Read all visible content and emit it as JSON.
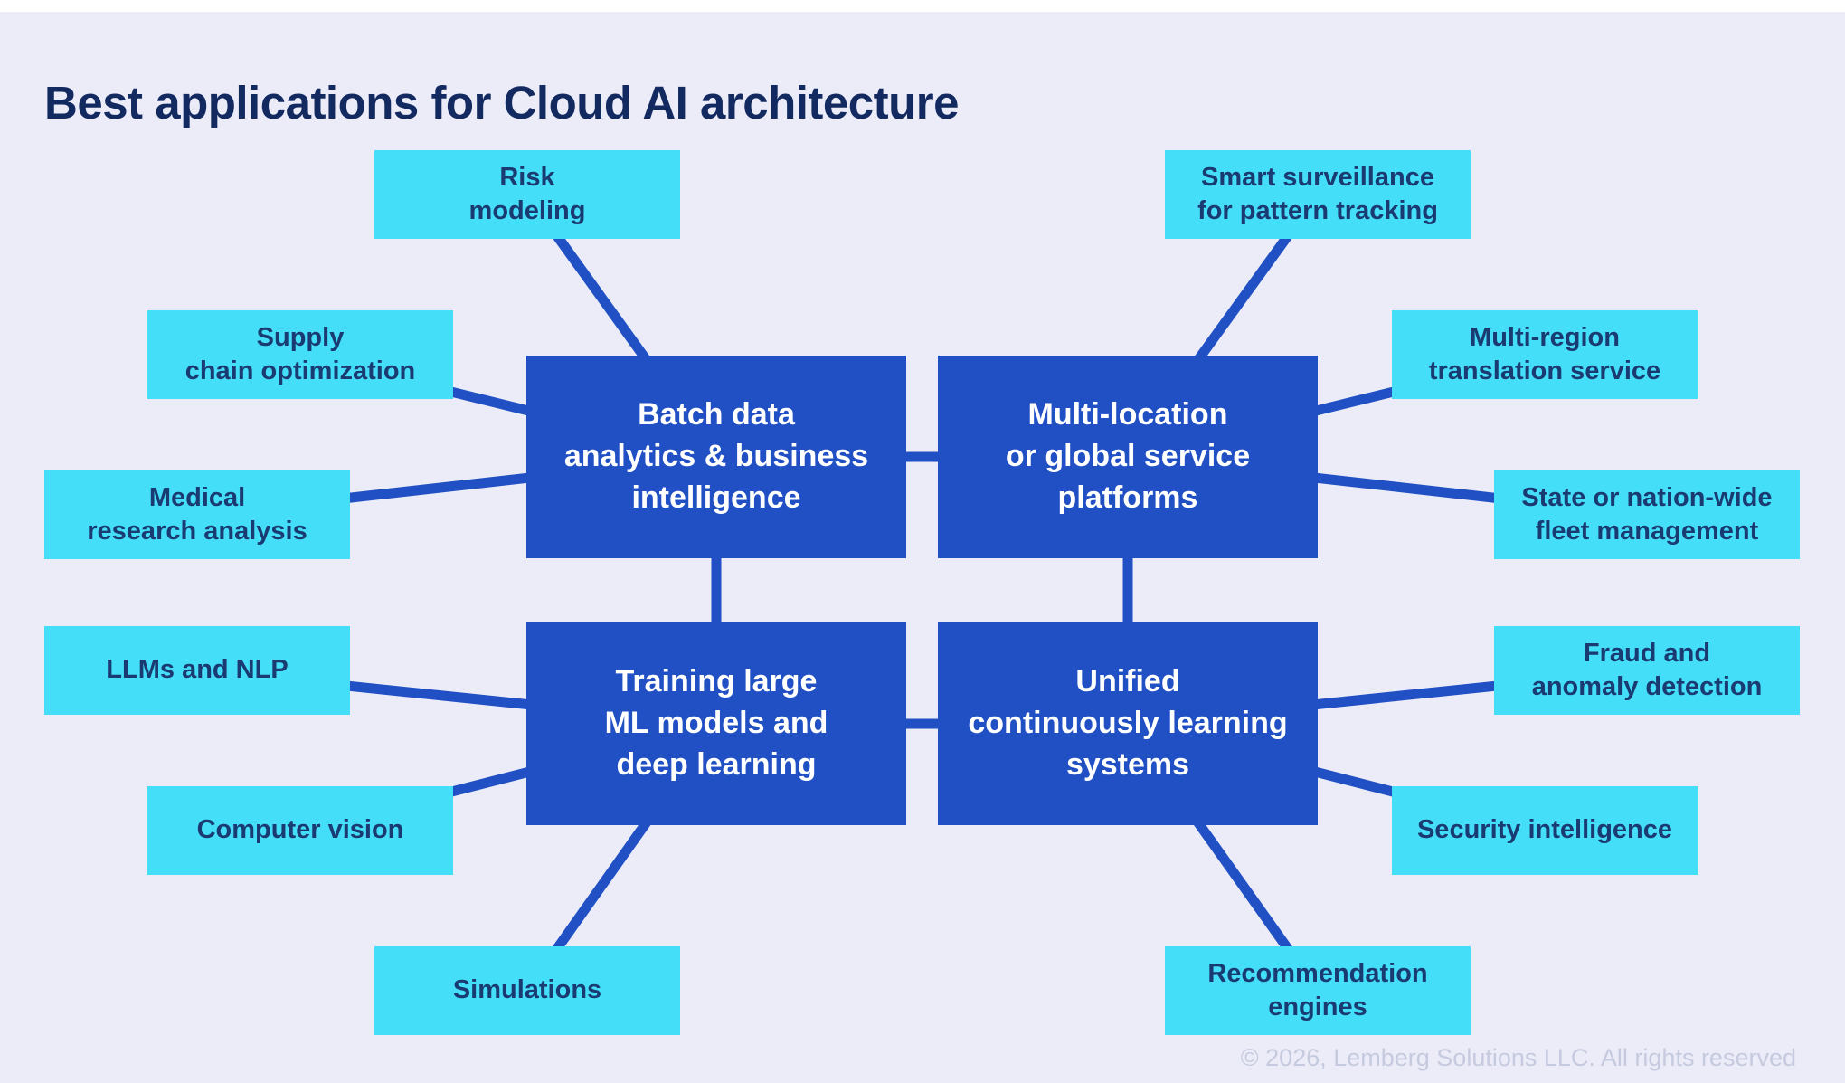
{
  "title": "Best applications for Cloud AI architecture",
  "footer": "© 2026, Lemberg Solutions LLC. All rights reserved",
  "colors": {
    "background": "#ebecf8",
    "hub_fill": "#2150c4",
    "hub_text": "#ffffff",
    "leaf_fill": "#45def8",
    "leaf_text": "#1a3a72",
    "connector": "#2150c4",
    "title_text": "#132a60",
    "footer_text": "#c6cadf"
  },
  "nodes": [
    {
      "id": "batch-analytics",
      "type": "hub",
      "label": "Batch data\nanalytics & business\nintelligence"
    },
    {
      "id": "multi-location",
      "type": "hub",
      "label": "Multi-location\nor global service\nplatforms"
    },
    {
      "id": "training-ml",
      "type": "hub",
      "label": "Training large\nML models and\ndeep learning"
    },
    {
      "id": "unified-learning",
      "type": "hub",
      "label": "Unified\ncontinuously learning\nsystems"
    },
    {
      "id": "risk-modeling",
      "type": "leaf",
      "label": "Risk\nmodeling"
    },
    {
      "id": "supply-chain",
      "type": "leaf",
      "label": "Supply\nchain optimization"
    },
    {
      "id": "medical-research",
      "type": "leaf",
      "label": "Medical\nresearch analysis"
    },
    {
      "id": "llms-nlp",
      "type": "leaf",
      "label": "LLMs and NLP"
    },
    {
      "id": "computer-vision",
      "type": "leaf",
      "label": "Computer vision"
    },
    {
      "id": "simulations",
      "type": "leaf",
      "label": "Simulations"
    },
    {
      "id": "smart-surveillance",
      "type": "leaf",
      "label": "Smart surveillance\nfor pattern tracking"
    },
    {
      "id": "multi-region-translation",
      "type": "leaf",
      "label": "Multi-region\ntranslation service"
    },
    {
      "id": "fleet-management",
      "type": "leaf",
      "label": "State or nation-wide\nfleet management"
    },
    {
      "id": "fraud-anomaly",
      "type": "leaf",
      "label": "Fraud and\nanomaly detection"
    },
    {
      "id": "security-intelligence",
      "type": "leaf",
      "label": "Security intelligence"
    },
    {
      "id": "recommendation-engines",
      "type": "leaf",
      "label": "Recommendation\nengines"
    }
  ],
  "edges": [
    [
      "risk-modeling",
      "batch-analytics"
    ],
    [
      "supply-chain",
      "batch-analytics"
    ],
    [
      "medical-research",
      "batch-analytics"
    ],
    [
      "llms-nlp",
      "training-ml"
    ],
    [
      "computer-vision",
      "training-ml"
    ],
    [
      "simulations",
      "training-ml"
    ],
    [
      "smart-surveillance",
      "multi-location"
    ],
    [
      "multi-region-translation",
      "multi-location"
    ],
    [
      "fleet-management",
      "multi-location"
    ],
    [
      "fraud-anomaly",
      "unified-learning"
    ],
    [
      "security-intelligence",
      "unified-learning"
    ],
    [
      "recommendation-engines",
      "unified-learning"
    ],
    [
      "batch-analytics",
      "multi-location"
    ],
    [
      "batch-analytics",
      "training-ml"
    ],
    [
      "multi-location",
      "unified-learning"
    ],
    [
      "training-ml",
      "unified-learning"
    ]
  ]
}
